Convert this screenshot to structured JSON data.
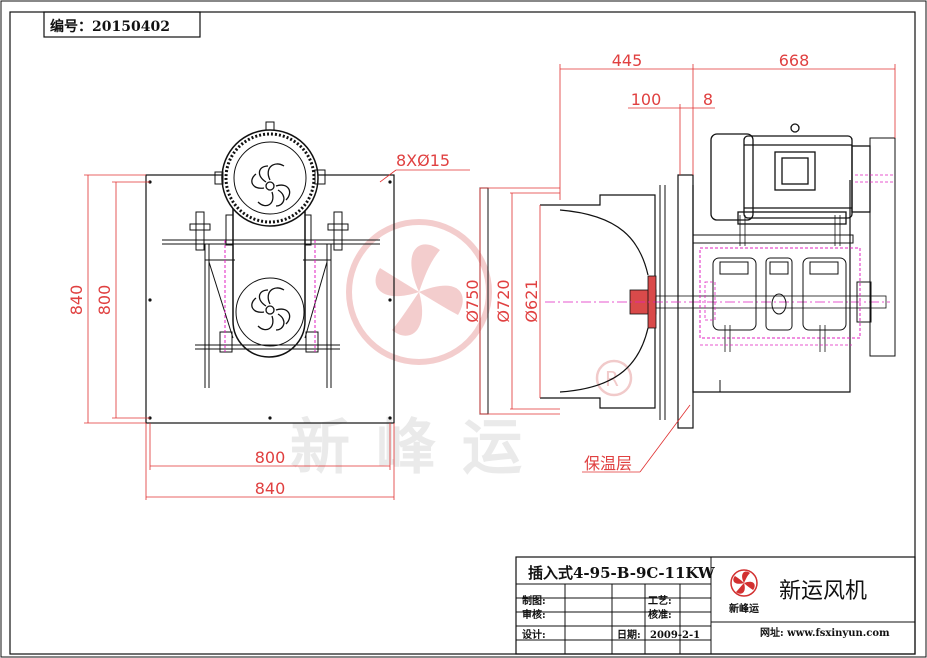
{
  "doc_number": "编号：20150402",
  "dimensions": {
    "left_height_outer": "840",
    "left_height_inner": "800",
    "bolt_holes": "8XØ15",
    "left_width_inner": "800",
    "left_width_outer": "840",
    "top_span_left": "445",
    "top_span_right": "668",
    "top_small_a": "100",
    "top_small_b": "8",
    "dia_outer": "Ø750",
    "dia_mid": "Ø720",
    "dia_inner": "Ø621"
  },
  "insulation_label": "保温层",
  "watermark": {
    "text": "新峰运"
  },
  "title_block": {
    "model": "插入式4-95-B-9C-11KW",
    "company": "新运风机",
    "logo_text": "新峰运",
    "rows": [
      {
        "label": "制图:",
        "right_label": "工艺:"
      },
      {
        "label": "审核:",
        "right_label": "核准:"
      },
      {
        "label": "设计:",
        "mid_label": "日期:",
        "mid_value": "2009-2-1"
      }
    ],
    "website": "网址: www.fsxinyun.com"
  },
  "colors": {
    "line": "#111111",
    "dimension": "#e03030",
    "hidden": "#e020c0",
    "watermark": "#f0c4c4"
  }
}
